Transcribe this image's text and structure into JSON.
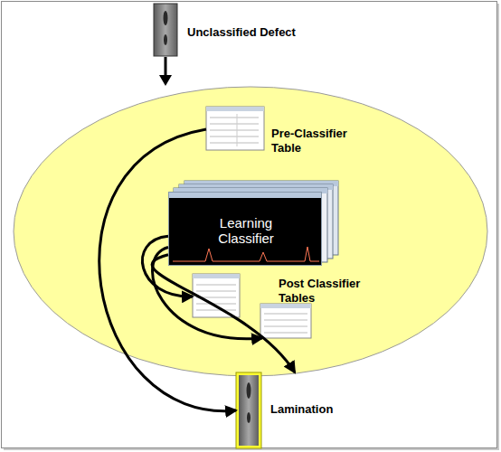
{
  "diagram": {
    "nodes": [
      {
        "text": [
          "Unclassified Defect"
        ]
      },
      {
        "text": [
          "Pre-Classifier Table"
        ]
      },
      {
        "text": [
          "Learning Classifier"
        ]
      },
      {
        "text": [
          "Post Classifier Tables"
        ]
      },
      {
        "text": [
          "Lamination"
        ]
      }
    ],
    "edges": [
      {
        "from": 1,
        "to": 4,
        "arrow": "to"
      },
      {
        "from": 2,
        "to": 3,
        "arrow": "to"
      },
      {
        "from": 2,
        "to": 3,
        "arrow": "to"
      },
      {
        "from": 2,
        "to": 4,
        "arrow": "to"
      }
    ]
  }
}
